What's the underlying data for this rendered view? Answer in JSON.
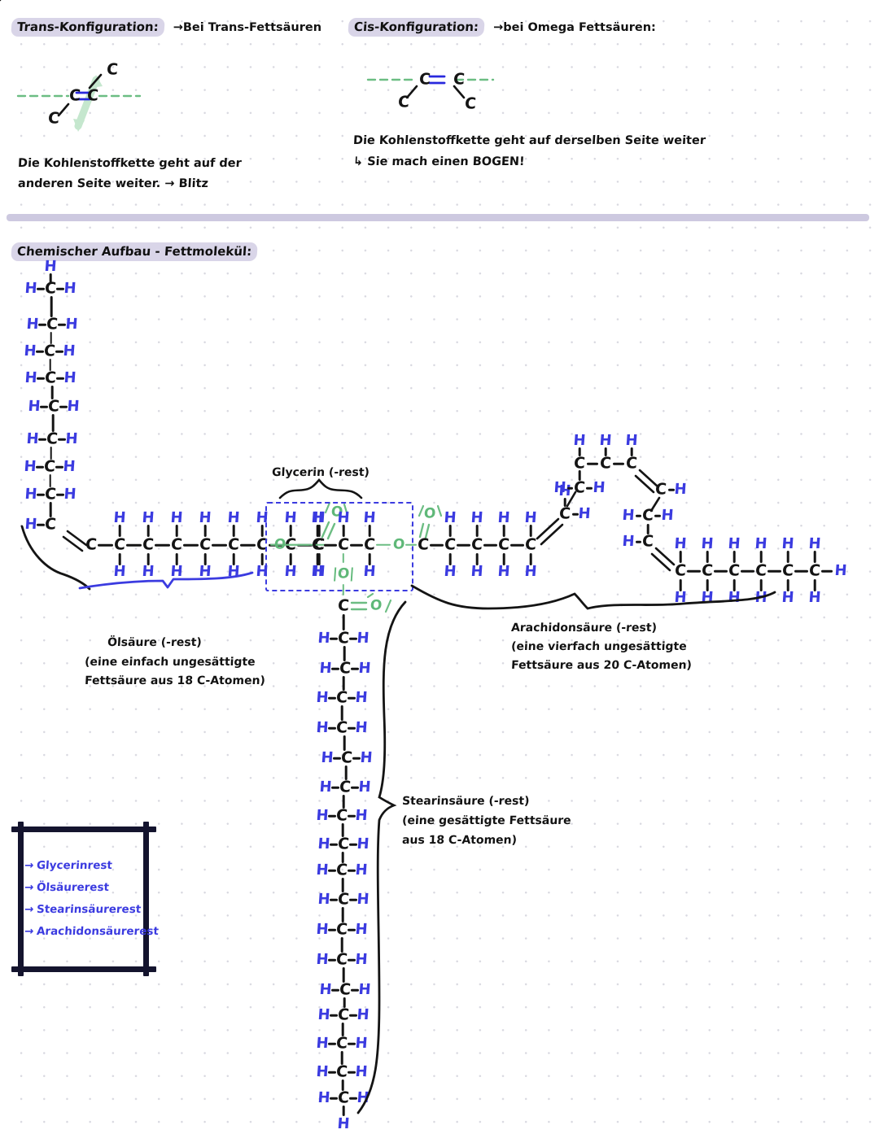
{
  "page": {
    "background": "#ffffff",
    "dot_grid_color": "#d8d8e0",
    "colors": {
      "carbon": "#141414",
      "hydrogen": "#3b3be0",
      "oxygen": "#5fb878",
      "highlight": "#d9d5e8",
      "divider": "#cdc9e0",
      "brace": "#141414",
      "oleic_brace": "#3b3be0"
    }
  },
  "section_trans": {
    "title": "Trans-Konfiguration:",
    "title_suffix": "→Bei Trans-Fettsäuren",
    "diagram": {
      "atoms": [
        "C",
        "C",
        "C",
        "C"
      ],
      "double_bond": true,
      "axis_style": "green dashed line",
      "arrow": "green diagonal double arrow"
    },
    "note_line1": "Die Kohlenstoffkette geht auf der",
    "note_line2": "anderen Seite weiter. → Blitz"
  },
  "section_cis": {
    "title": "Cis-Konfiguration:",
    "title_suffix": "→bei Omega Fettsäuren:",
    "diagram": {
      "atoms": [
        "C",
        "C",
        "C",
        "C"
      ],
      "double_bond": true,
      "axis_style": "green dashed line"
    },
    "note_line1": "Die Kohlenstoffkette geht auf derselben Seite weiter",
    "note_line2": "↳ Sie mach einen BOGEN!"
  },
  "section_main": {
    "title": "Chemischer Aufbau - Fettmolekül:",
    "glycerin_label": "Glycerin (-rest)",
    "oleic": {
      "label": "Ölsäure (-rest)",
      "desc_line1": "(eine einfach ungesättigte",
      "desc_line2": "Fettsäure aus 18 C-Atomen)",
      "carbon_count": 18,
      "double_bonds": 1
    },
    "stearic": {
      "label": "Stearinsäure (-rest)",
      "desc_line1": "(eine gesättigte Fettsäure",
      "desc_line2": "aus 18 C-Atomen)",
      "carbon_count": 18,
      "double_bonds": 0
    },
    "arachidonic": {
      "label": "Arachidonsäure (-rest)",
      "desc_line1": "(eine vierfach ungesättigte",
      "desc_line2": "Fettsäure aus 20 C-Atomen)",
      "carbon_count": 20,
      "double_bonds": 4
    }
  },
  "legend": {
    "items": [
      {
        "arrow": "→",
        "label": "Glycerinrest"
      },
      {
        "arrow": "→",
        "label": "Ölsäurerest"
      },
      {
        "arrow": "→",
        "label": "Stearinsäurerest"
      },
      {
        "arrow": "→",
        "label": "Arachidonsäurerest"
      }
    ]
  },
  "atom_labels": {
    "C": "C",
    "H": "H",
    "O": "O",
    "O_bracket": "|O|",
    "O_double": "O"
  }
}
